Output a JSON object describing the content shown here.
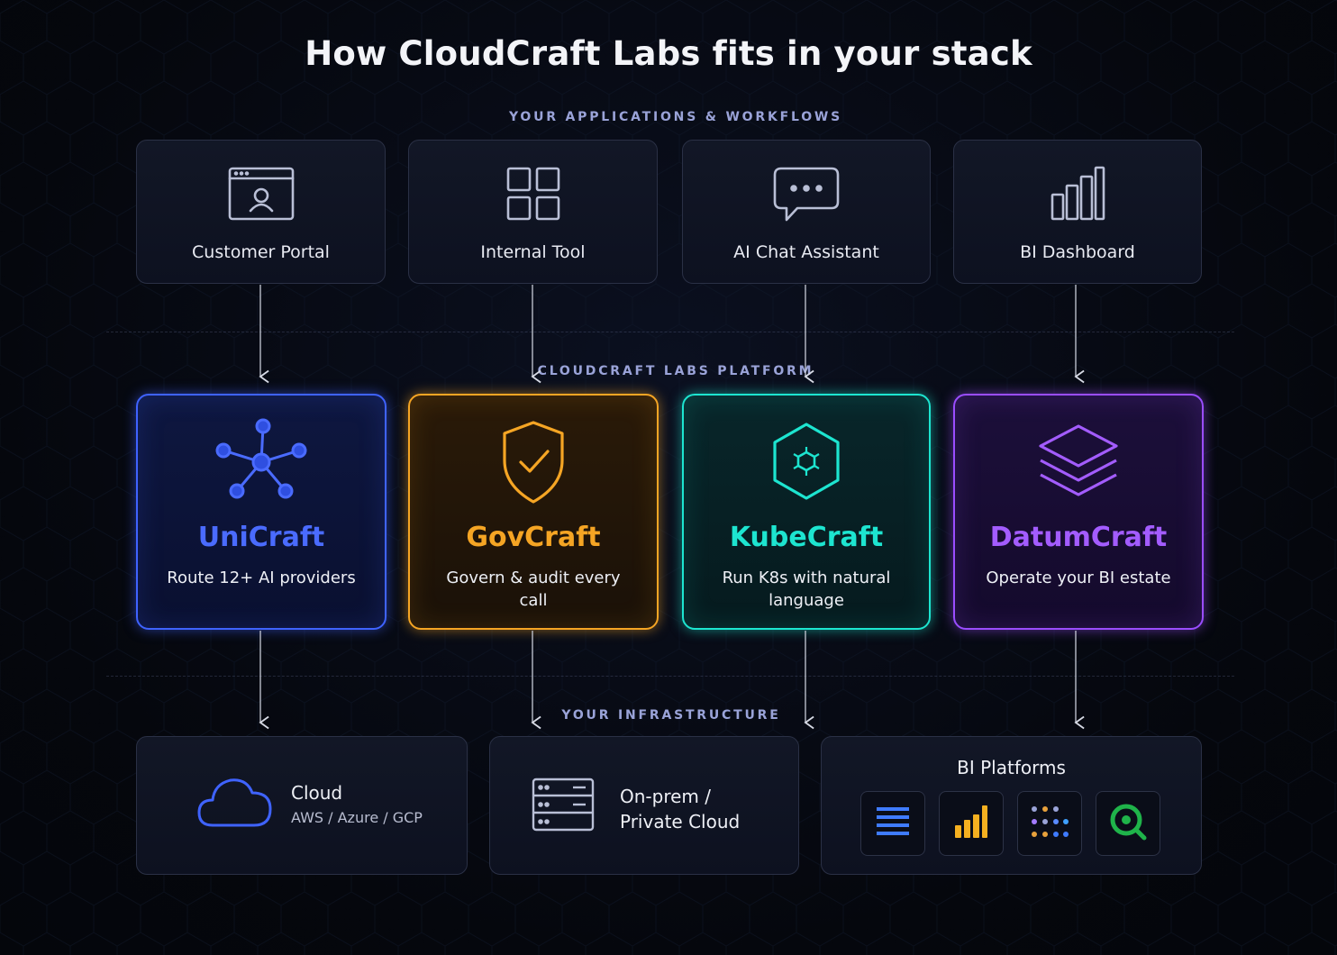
{
  "title": "How CloudCraft Labs fits in your stack",
  "sections": {
    "apps": "YOUR APPLICATIONS & WORKFLOWS",
    "platform": "CLOUDCRAFT LABS PLATFORM",
    "infra": "YOUR INFRASTRUCTURE"
  },
  "apps": [
    {
      "label": "Customer Portal",
      "icon": "browser-user-icon"
    },
    {
      "label": "Internal Tool",
      "icon": "grid-icon"
    },
    {
      "label": "AI Chat Assistant",
      "icon": "chat-bubble-icon"
    },
    {
      "label": "BI Dashboard",
      "icon": "bar-chart-icon"
    }
  ],
  "products": [
    {
      "name": "UniCraft",
      "desc": "Route 12+ AI providers",
      "color": "#4a6bff",
      "icon": "network-hub-icon"
    },
    {
      "name": "GovCraft",
      "desc": "Govern & audit every call",
      "color": "#f5a524",
      "icon": "shield-check-icon"
    },
    {
      "name": "KubeCraft",
      "desc": "Run K8s with natural language",
      "color": "#1de5d0",
      "icon": "hexagon-icon"
    },
    {
      "name": "DatumCraft",
      "desc": "Operate your BI estate",
      "color": "#a35cff",
      "icon": "layers-icon"
    }
  ],
  "infra": {
    "cloud": {
      "title": "Cloud",
      "sub": "AWS / Azure / GCP",
      "icon": "cloud-icon"
    },
    "onprem": {
      "title_line1": "On-prem /",
      "title_line2": "Private Cloud",
      "icon": "server-rack-icon"
    },
    "bi": {
      "title": "BI Platforms",
      "tiles": [
        "lines-icon",
        "bar-chart-icon",
        "dots-grid-icon",
        "magnifier-q-icon"
      ]
    }
  }
}
